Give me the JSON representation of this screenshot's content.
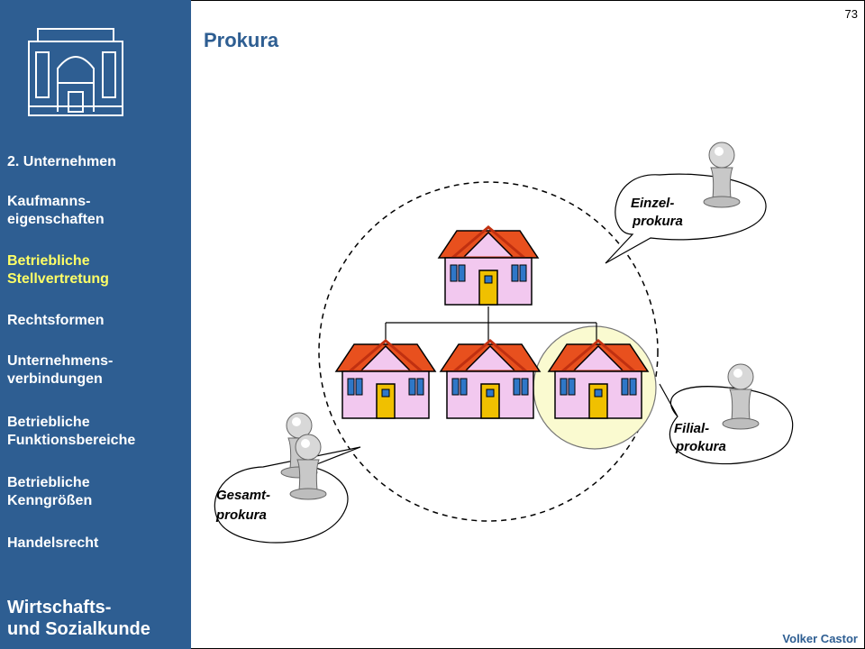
{
  "page_number": "73",
  "title": "Prokura",
  "sidebar": {
    "items": [
      {
        "label": "2. Unternehmen"
      },
      {
        "label": "Kaufmanns-\neigenschaften"
      },
      {
        "label": "Betriebliche\nStellvertretung"
      },
      {
        "label": "Rechtsformen"
      },
      {
        "label": "Unternehmens-\nverbindungen"
      },
      {
        "label": "Betriebliche\nFunktionsbereiche"
      },
      {
        "label": "Betriebliche\nKenngrößen"
      },
      {
        "label": "Handelsrecht"
      }
    ],
    "course": "Wirtschafts-\nund Sozialkunde"
  },
  "diagram": {
    "einzel": {
      "line1": "Einzel-",
      "line2": "prokura"
    },
    "filial": {
      "line1": "Filial-",
      "line2": "prokura"
    },
    "gesamt": {
      "line1": "Gesamt-",
      "line2": "prokura"
    }
  },
  "author": "Volker Castor",
  "colors": {
    "sidebar": "#2e5e92",
    "active_nav": "#ffff66",
    "roof": "#e8501e",
    "wall": "#f2c8ef",
    "door": "#f0c000",
    "highlight": "#fafad0"
  }
}
